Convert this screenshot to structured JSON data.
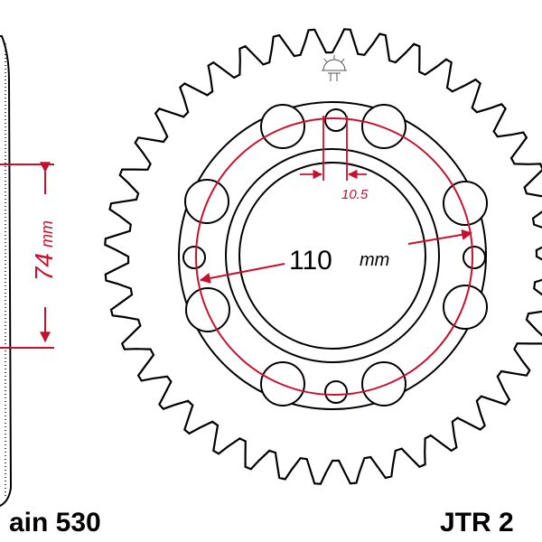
{
  "labels": {
    "chain_text": "ain 530",
    "part_code": "JTR 2",
    "dim_bolt_circle": "110",
    "dim_bolt_circle_unit": "mm",
    "dim_bolt_hole": "10.5",
    "dim_center_bore": "74",
    "dim_center_bore_unit": "mm"
  },
  "sprocket": {
    "teeth": 40
  },
  "colors": {
    "outline": "#000000",
    "dimension": "#c8102e",
    "background": "#ffffff"
  }
}
